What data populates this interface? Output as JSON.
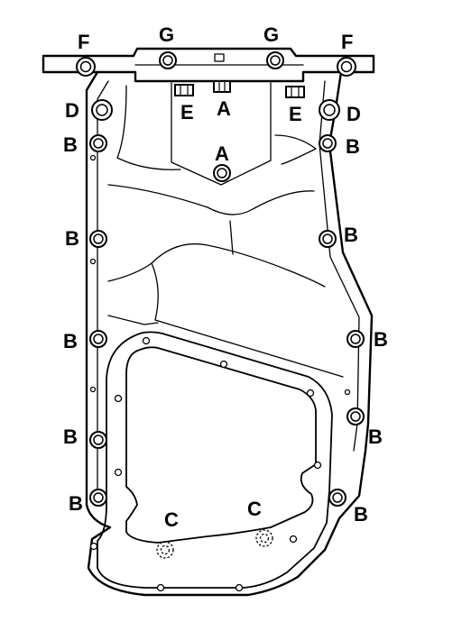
{
  "labels": {
    "F": "F",
    "G": "G",
    "E": "E",
    "A": "A",
    "D": "D",
    "B": "B",
    "C": "C"
  },
  "colors": {
    "line": "#000000",
    "background": "#ffffff"
  },
  "icons": {
    "bolt": "hex-flange-bolt-icon",
    "drain": "drain-plug-icon"
  }
}
